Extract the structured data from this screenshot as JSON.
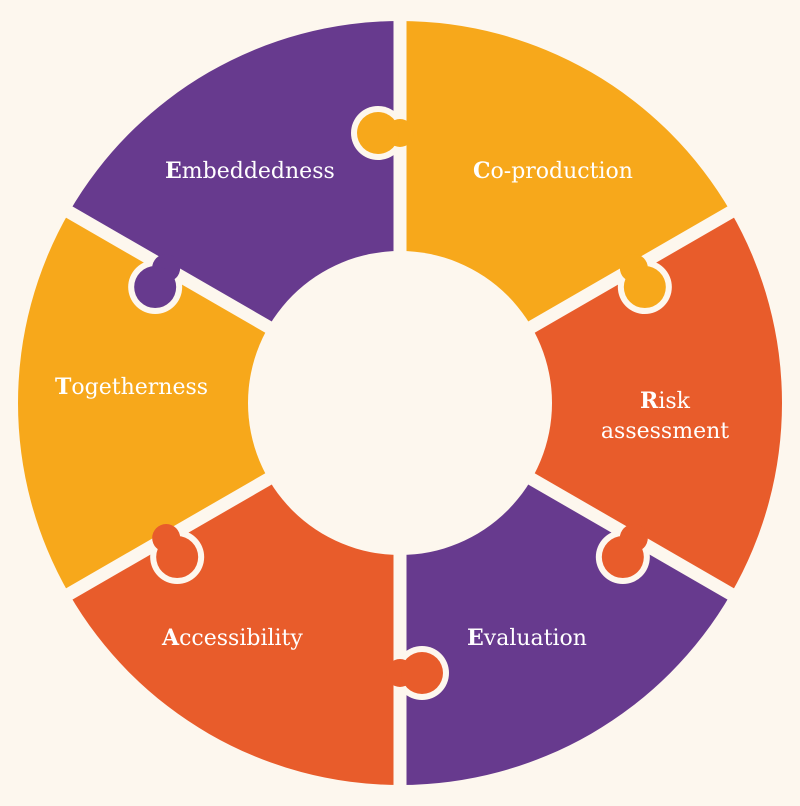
{
  "diagram": {
    "background_color": "#fdf7ee",
    "gap_color": "#fdf7ee",
    "center_color": "#fdf7ee",
    "segments": [
      {
        "id": "co-production",
        "initial": "C",
        "rest": "o-production",
        "color": "#f7a81b"
      },
      {
        "id": "risk-assessment",
        "initial": "R",
        "rest": "isk",
        "line2": "assessment",
        "color": "#e85c2b"
      },
      {
        "id": "evaluation",
        "initial": "E",
        "rest": "valuation",
        "color": "#673a8e"
      },
      {
        "id": "accessibility",
        "initial": "A",
        "rest": "ccessibility",
        "color": "#e85c2b"
      },
      {
        "id": "togetherness",
        "initial": "T",
        "rest": "ogetherness",
        "color": "#f7a81b"
      },
      {
        "id": "embeddedness",
        "initial": "E",
        "rest": "mbeddedness",
        "color": "#673a8e"
      }
    ]
  }
}
